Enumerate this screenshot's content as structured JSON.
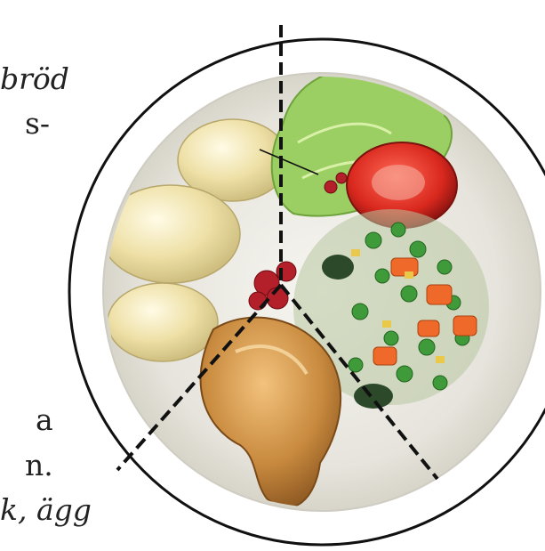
{
  "text_fragments": [
    {
      "id": "frag-1",
      "text": "bröd",
      "style": "italic"
    },
    {
      "id": "frag-2",
      "text": "s-",
      "style": "normal"
    },
    {
      "id": "frag-3",
      "text": "a",
      "style": "normal"
    },
    {
      "id": "frag-4",
      "text": "n.",
      "style": "normal"
    },
    {
      "id": "frag-5",
      "text": "k, ägg",
      "style": "italic"
    }
  ],
  "plate": {
    "sections": [
      "potatoes-section",
      "vegetables-section",
      "meat-section"
    ],
    "divider_style": "dashed",
    "colors": {
      "rim": "#111111",
      "plate": "#ecebe4",
      "potato": "#efe2a8",
      "lettuce": "#9ccf63",
      "tomato": "#d9281e",
      "peas": "#3f9a3a",
      "carrot": "#ef6a2a",
      "chicken": "#c88a3e",
      "divider": "#111111"
    }
  }
}
